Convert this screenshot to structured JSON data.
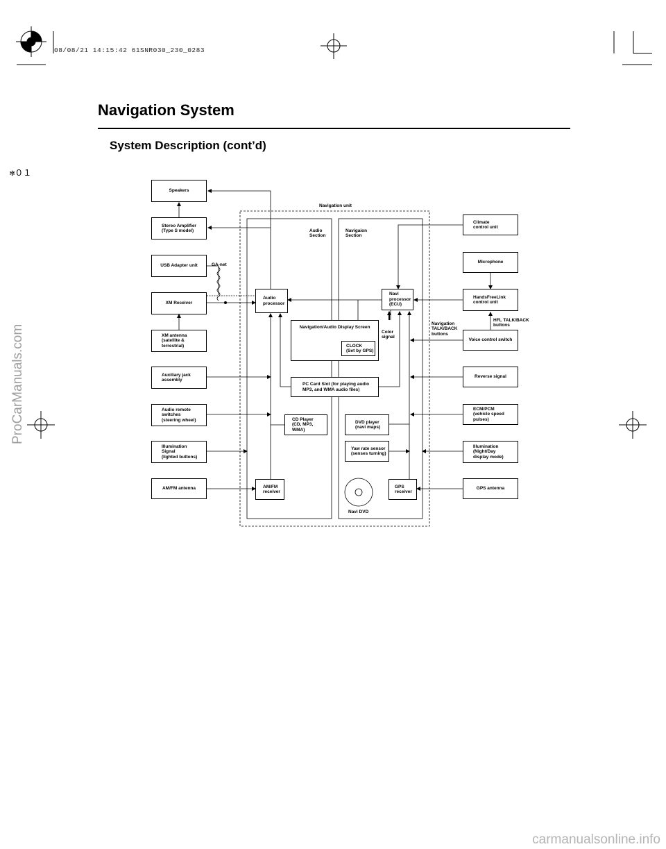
{
  "header": {
    "print_stamp": "08/08/21 14:15:42 61SNR030_230_0283",
    "page_title": "Navigation System",
    "section_title": "System Description (cont’d)",
    "marker": "✻０１"
  },
  "watermarks": {
    "side": "ProCarManuals.com",
    "footer": "carmanualsonline.info"
  },
  "diagram": {
    "navigation_unit_label": "Navigation unit",
    "audio_section_label": "Audio\nSection",
    "navigation_section_label": "Navigaion\nSection",
    "left_components": {
      "speakers": "Speakers",
      "stereo_amplifier": "Stereo Amplifier\n(Type S model)",
      "usb_adapter": "USB Adapter unit",
      "xm_receiver": "XM Receiver",
      "xm_antenna": "XM antenna\n(satellite &\nterrestrial)",
      "aux_jack": "Auxiliary jack\nassembly",
      "audio_remote": "Audio remote\nswitches\n(steering wheel)",
      "illumination_signal": "Illumination\nSignal\n(lighted buttons)",
      "amfm_antenna": "AM/FM antenna"
    },
    "right_components": {
      "climate": "Climate\ncontrol unit",
      "microphone": "Microphone",
      "handsfreelink": "HandsFreeLink\ncontrol unit",
      "voice_switch": "Voice control switch",
      "reverse": "Reverse signal",
      "ecm_pcm": "ECM/PCM\n(vehicle speed pulses)",
      "illumination_night": "Illumination\n(Night/Day\ndisplay mode)",
      "gps_antenna": "GPS antenna"
    },
    "internal_components": {
      "audio_processor": "Audio\nprocessor",
      "navi_processor": "Navi\nprocessor\n(ECU)",
      "display_screen": "Navigation/Audio Display Screen",
      "clock": "CLOCK\n(Set by GPS)",
      "pc_card": "PC Card Slot (for playing audio\nMP3, and WMA audio files)",
      "cd_player": "CD Player\n(CD, MP3, WMA)",
      "dvd_player": "DVD player\n(navi maps)",
      "yaw_sensor": "Yaw rate sensor\n(senses turning)",
      "amfm_receiver": "AM/FM\nreceiver",
      "gps_receiver": "GPS\nreceiver",
      "navi_dvd": "Navi DVD"
    },
    "annotations": {
      "ga_net": "GA-net",
      "color_signal": "Color\nsignal",
      "nav_talk_back": "Navigation\nTALK/BACK\nbuttons",
      "hfl_talk_back": "HFL TALK/BACK\nbuttons"
    }
  }
}
